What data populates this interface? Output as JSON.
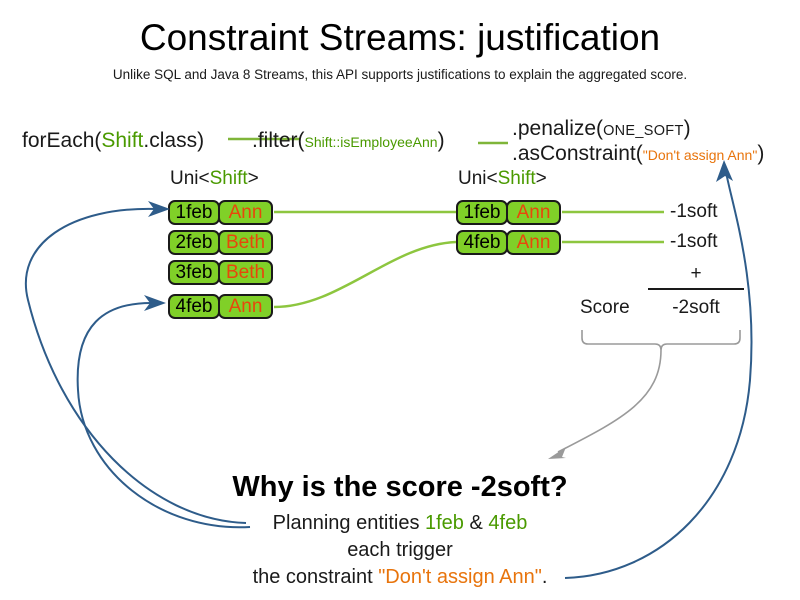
{
  "header": {
    "title": "Constraint Streams: justification",
    "subtitle": "Unlike SQL and Java 8 Streams, this API supports justifications to explain the aggregated score."
  },
  "code_pipeline": {
    "foreach": {
      "prefix": "forEach(",
      "type": "Shift",
      "suffix": ".class)"
    },
    "filter": {
      "prefix": ".filter(",
      "method_ref": "Shift::isEmployeeAnn",
      "suffix": ")"
    },
    "penalize": {
      "prefix": ".penalize(",
      "arg": "ONE_SOFT",
      "suffix": ")"
    },
    "as_constraint": {
      "prefix": ".asConstraint(",
      "quote_open": "\"",
      "constraint_name": "Don't assign Ann",
      "quote_close": "\"",
      "suffix": ")"
    }
  },
  "streams": {
    "left": {
      "caption_prefix": "Uni<",
      "caption_type": "Shift",
      "caption_suffix": ">",
      "rows": [
        {
          "date": "1feb",
          "employee": "Ann"
        },
        {
          "date": "2feb",
          "employee": "Beth"
        },
        {
          "date": "3feb",
          "employee": "Beth"
        },
        {
          "date": "4feb",
          "employee": "Ann"
        }
      ]
    },
    "right": {
      "caption_prefix": "Uni<",
      "caption_type": "Shift",
      "caption_suffix": ">",
      "rows": [
        {
          "date": "1feb",
          "employee": "Ann",
          "penalty": "-1soft"
        },
        {
          "date": "4feb",
          "employee": "Ann",
          "penalty": "-1soft"
        }
      ]
    }
  },
  "score_block": {
    "label": "Score",
    "operator": "+",
    "total": "-2soft"
  },
  "explanation": {
    "heading": "Why is the score -2soft?",
    "line1_prefix": "Planning entities ",
    "line1_entity_a": "1feb",
    "line1_conjunction": " & ",
    "line1_entity_b": "4feb",
    "line2": "each trigger",
    "line3_prefix": "the constraint ",
    "line3_constraint": "\"Don't assign Ann\"",
    "line3_suffix": "."
  },
  "colors": {
    "green_accent": "#4a9a00",
    "box_green": "#80d028",
    "orange_accent": "#e8470c",
    "orange_string": "#e8740c",
    "blue_arrow": "#2e5c8a",
    "gray_arrow": "#8c8c8c",
    "line_green": "#8dc63f"
  }
}
